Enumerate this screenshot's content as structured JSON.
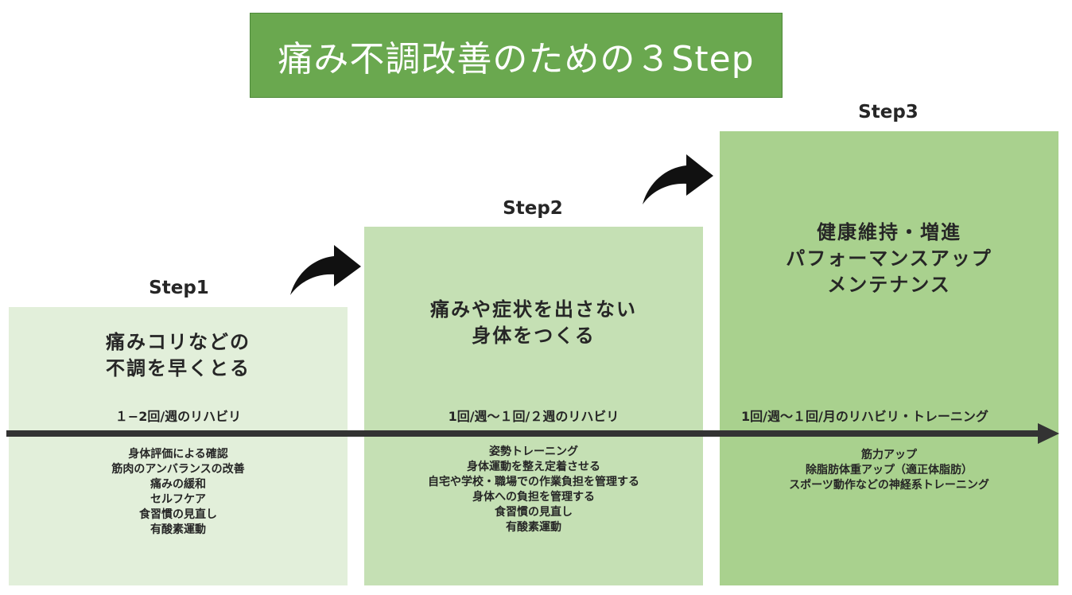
{
  "title": "痛み不調改善のための３Step",
  "colors": {
    "title_bg": "#6aa84f",
    "step1_bg": "#e2efda",
    "step2_bg": "#c5e0b4",
    "step3_bg": "#a9d18e",
    "timeline": "#333333",
    "arrow": "#111111"
  },
  "steps": [
    {
      "label": "Step1",
      "heading": "痛みコリなどの\n不調を早くとる",
      "frequency": "１−2回/週のリハビリ",
      "actions": [
        "身体評価による確認",
        "筋肉のアンバランスの改善",
        "痛みの緩和",
        "セルフケア",
        "食習慣の見直し",
        "有酸素運動"
      ]
    },
    {
      "label": "Step2",
      "heading": "痛みや症状を出さない\n身体をつくる",
      "frequency": "1回/週〜１回/２週のリハビリ",
      "actions": [
        "姿勢トレーニング",
        "身体運動を整え定着させる",
        "自宅や学校・職場での作業負担を管理する",
        "身体への負担を管理する",
        "食習慣の見直し",
        "有酸素運動"
      ]
    },
    {
      "label": "Step3",
      "heading": "健康維持・増進\nパフォーマンスアップ\nメンテナンス",
      "frequency": "1回/週〜１回/月のリハビリ・トレーニング",
      "actions": [
        "筋力アップ",
        "除脂肪体重アップ（適正体脂肪）",
        "スポーツ動作などの神経系トレーニング"
      ]
    }
  ]
}
